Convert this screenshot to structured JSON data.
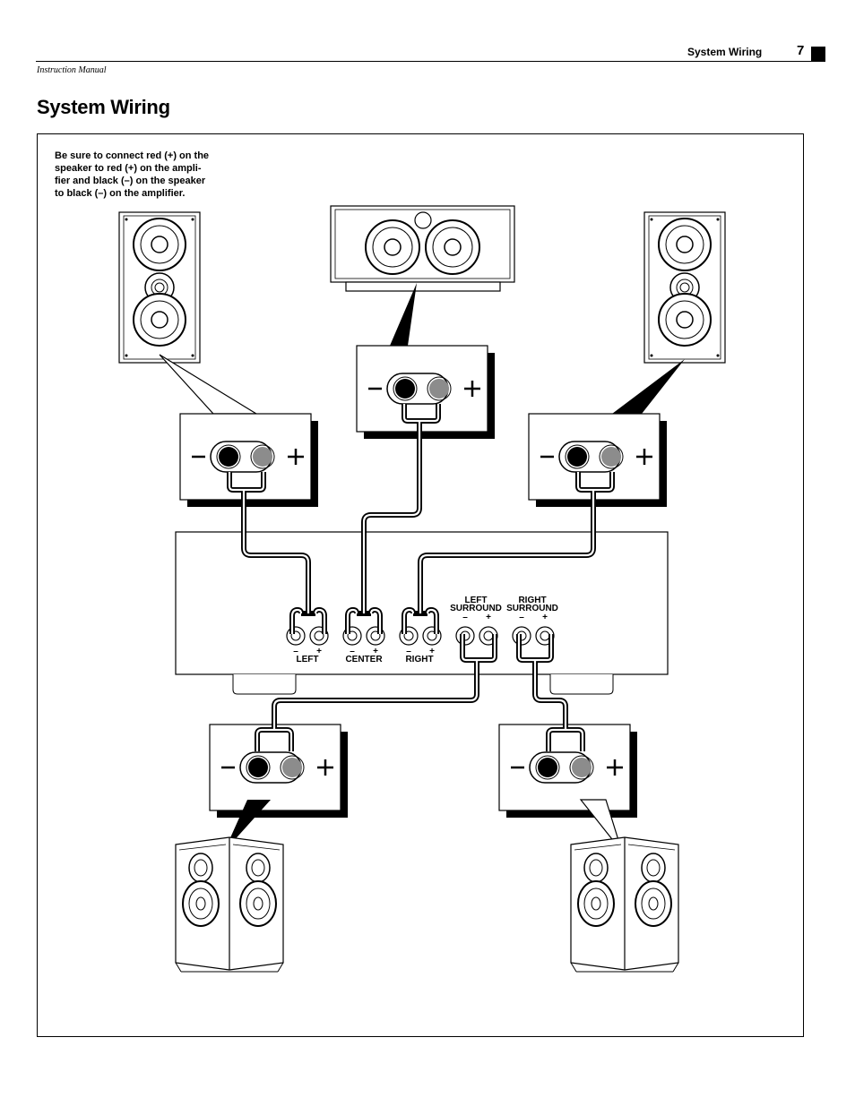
{
  "header": {
    "section": "System Wiring",
    "page_number": "7",
    "manual_label": "Instruction Manual"
  },
  "title": "System Wiring",
  "note": "Be sure to connect red (+) on the\nspeaker to red (+) on the ampli-\nfier and black (–) on the speaker\nto black (–) on the amplifier.",
  "polarity": {
    "minus": "–",
    "plus": "+"
  },
  "amplifier": {
    "left": "LEFT",
    "center": "CENTER",
    "right": "RIGHT",
    "left_surround_1": "LEFT",
    "left_surround_2": "SURROUND",
    "right_surround_1": "RIGHT",
    "right_surround_2": "SURROUND"
  },
  "colors": {
    "positive": "#8c8c8c",
    "negative": "#000000"
  }
}
